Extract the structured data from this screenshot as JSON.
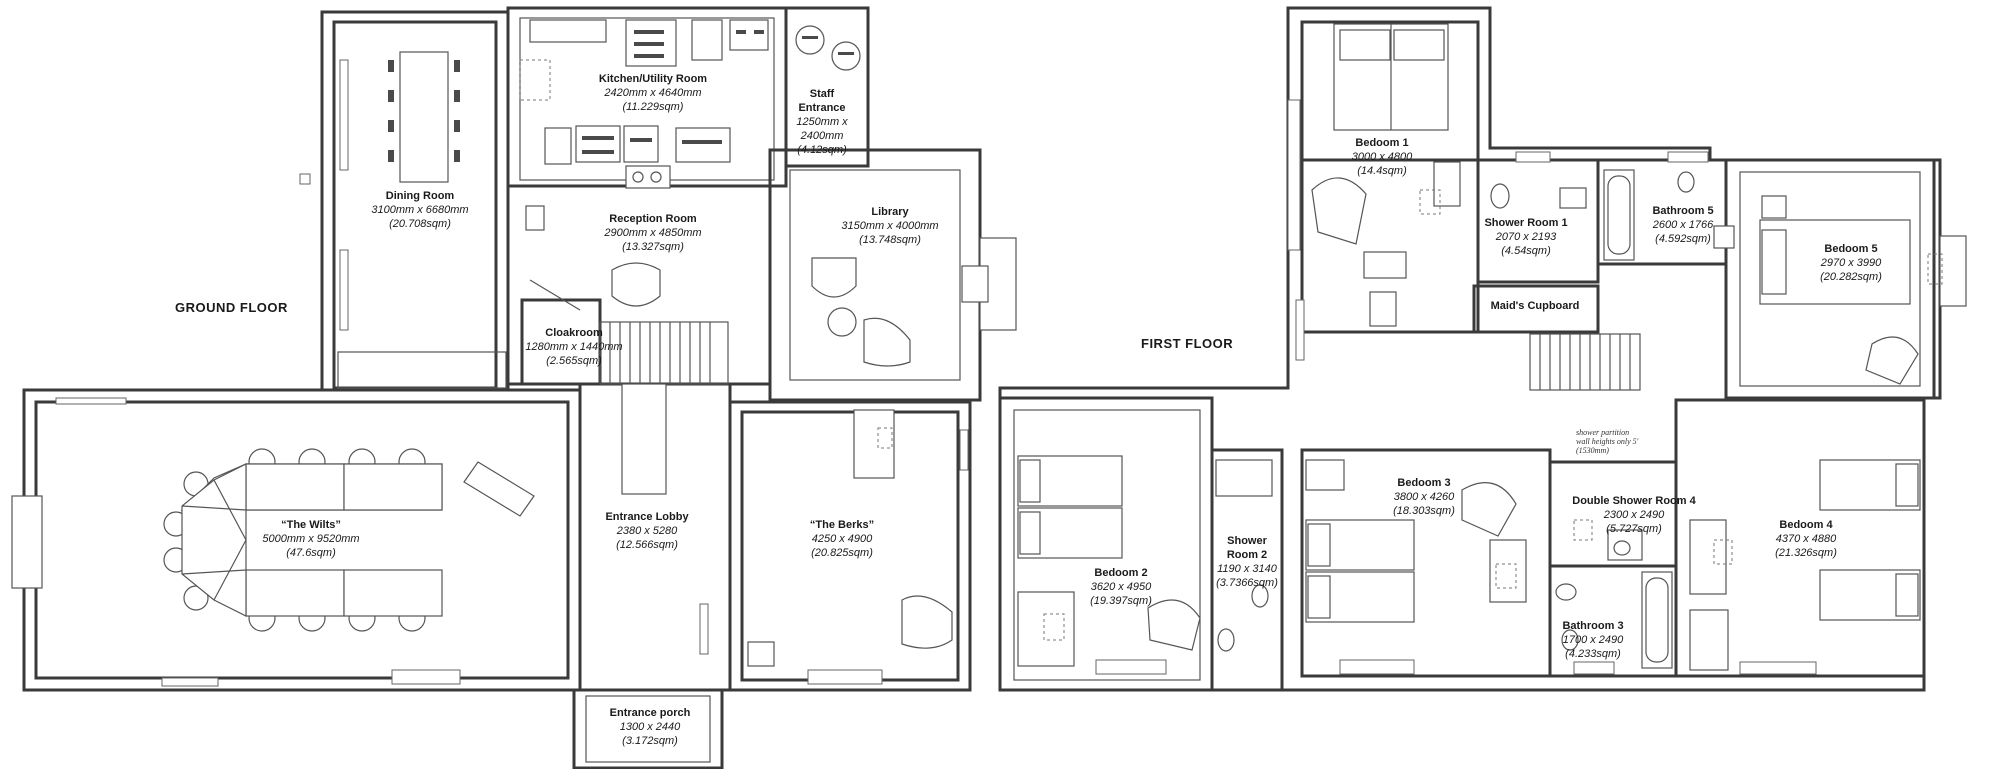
{
  "floors": {
    "ground": "GROUND FLOOR",
    "first": "FIRST FLOOR"
  },
  "note": {
    "line1": "shower partition",
    "line2": "wall heights only 5'",
    "line3": "(1530mm)"
  },
  "rooms": {
    "dining": {
      "name": "Dining Room",
      "dims": "3100mm x 6680mm",
      "area": "(20.708sqm)"
    },
    "kitchen": {
      "name": "Kitchen/Utility Room",
      "dims": "2420mm x 4640mm",
      "area": "(11.229sqm)"
    },
    "staff_entrance": {
      "name1": "Staff",
      "name2": "Entrance",
      "dims1": "1250mm x",
      "dims2": "2400mm",
      "area": "(4.12sqm)"
    },
    "reception": {
      "name": "Reception Room",
      "dims": "2900mm x 4850mm",
      "area": "(13.327sqm)"
    },
    "library": {
      "name": "Library",
      "dims": "3150mm x 4000mm",
      "area": "(13.748sqm)"
    },
    "cloakroom": {
      "name": "Cloakroom",
      "dims": "1280mm x 1440mm",
      "area": "(2.565sqm)"
    },
    "wilts": {
      "name": "“The Wilts”",
      "dims": "5000mm x 9520mm",
      "area": "(47.6sqm)"
    },
    "entrance_lobby": {
      "name": "Entrance Lobby",
      "dims": "2380 x 5280",
      "area": "(12.566sqm)"
    },
    "berks": {
      "name": "“The Berks”",
      "dims": "4250 x 4900",
      "area": "(20.825sqm)"
    },
    "porch": {
      "name": "Entrance porch",
      "dims": "1300 x 2440",
      "area": "(3.172sqm)"
    },
    "bedroom1": {
      "name": "Bedoom 1",
      "dims": "3000 x 4800",
      "area": "(14.4sqm)"
    },
    "shower1": {
      "name": "Shower Room 1",
      "dims": "2070 x 2193",
      "area": "(4.54sqm)"
    },
    "bathroom5": {
      "name": "Bathroom 5",
      "dims": "2600 x 1766",
      "area": "(4.592sqm)"
    },
    "bedroom5": {
      "name": "Bedoom 5",
      "dims": "2970 x 3990",
      "area": "(20.282sqm)"
    },
    "maids": {
      "name": "Maid's Cupboard"
    },
    "bedroom2": {
      "name": "Bedoom 2",
      "dims": "3620 x 4950",
      "area": "(19.397sqm)"
    },
    "shower2": {
      "name1": "Shower",
      "name2": "Room 2",
      "dims": "1190 x 3140",
      "area": "(3.7366sqm)"
    },
    "bedroom3": {
      "name": "Bedoom 3",
      "dims": "3800 x 4260",
      "area": "(18.303sqm)"
    },
    "double_shower4": {
      "name": "Double Shower Room 4",
      "dims": "2300 x 2490",
      "area": "(5.727sqm)"
    },
    "bathroom3": {
      "name": "Bathroom 3",
      "dims": "1700 x 2490",
      "area": "(4.233sqm)"
    },
    "bedroom4": {
      "name": "Bedoom 4",
      "dims": "4370 x 4880",
      "area": "(21.326sqm)"
    }
  }
}
